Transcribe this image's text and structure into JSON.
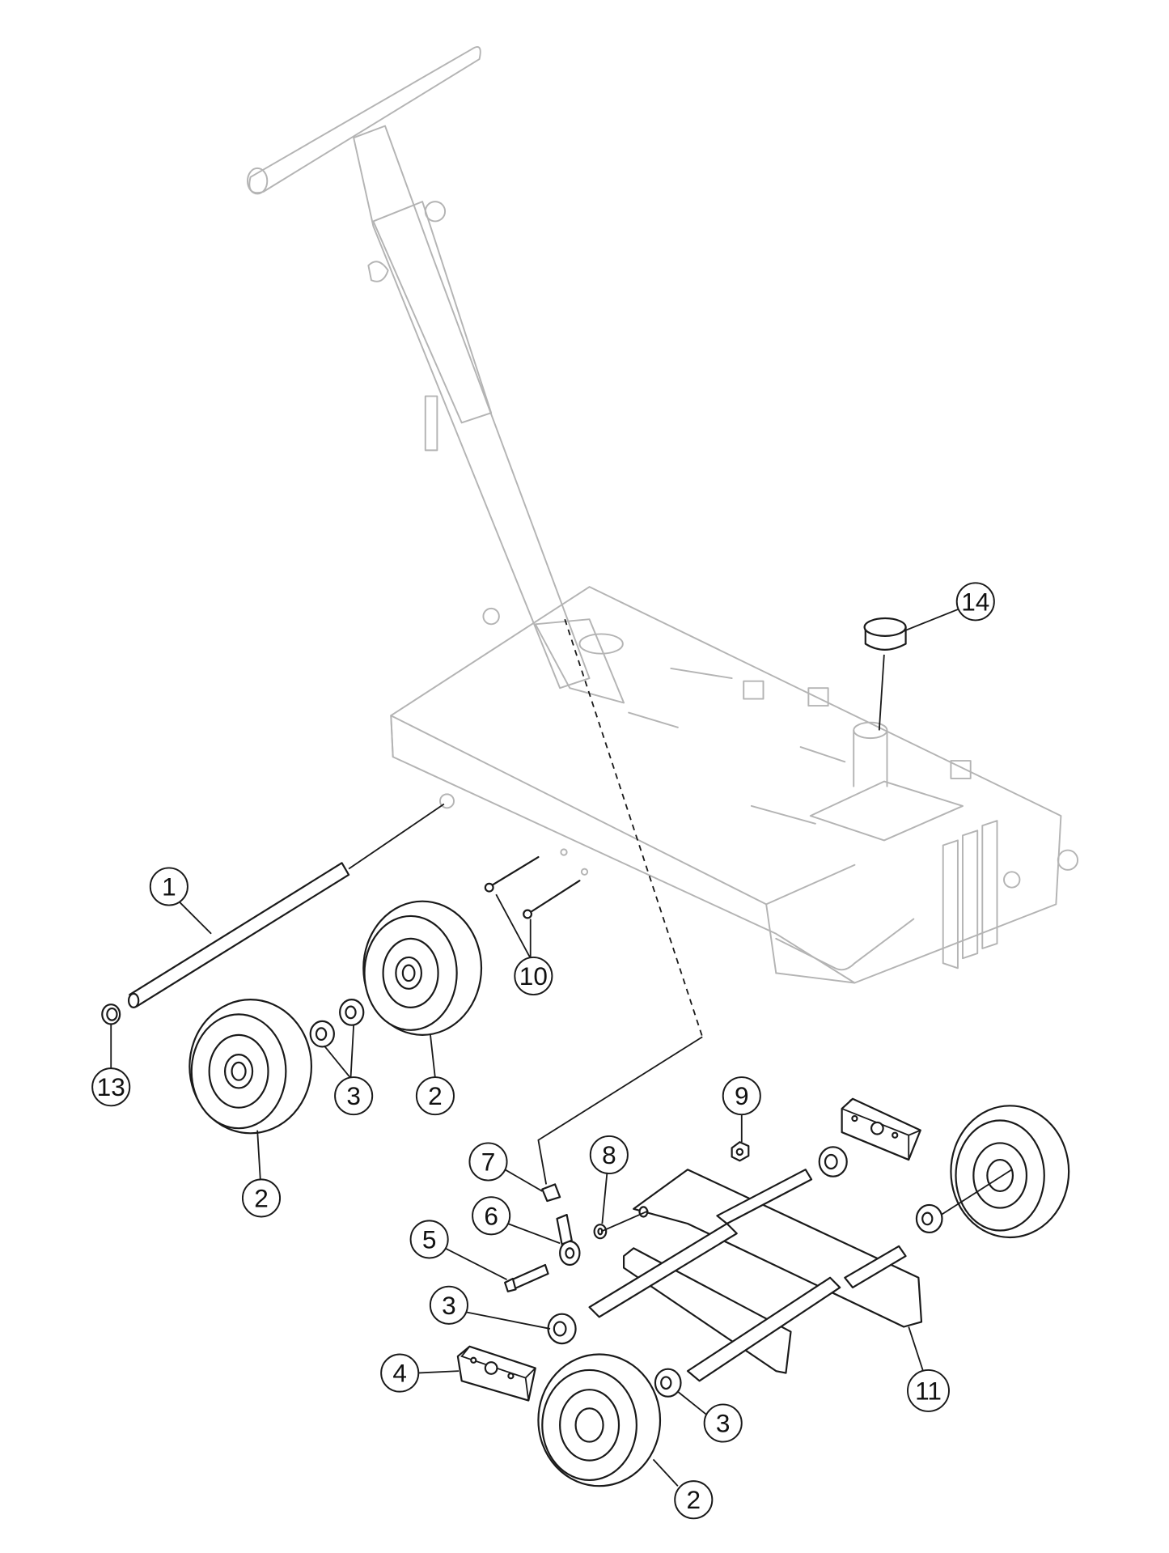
{
  "diagram": {
    "type": "exploded parts diagram",
    "callouts": [
      {
        "label": "1"
      },
      {
        "label": "13"
      },
      {
        "label": "2"
      },
      {
        "label": "3"
      },
      {
        "label": "2"
      },
      {
        "label": "10"
      },
      {
        "label": "14"
      },
      {
        "label": "9"
      },
      {
        "label": "8"
      },
      {
        "label": "7"
      },
      {
        "label": "6"
      },
      {
        "label": "5"
      },
      {
        "label": "3"
      },
      {
        "label": "4"
      },
      {
        "label": "11"
      },
      {
        "label": "3"
      },
      {
        "label": "2"
      }
    ],
    "colors": {
      "ink": "#1a1a1a",
      "ghost": "#b4b4b4",
      "background": "#ffffff"
    }
  }
}
